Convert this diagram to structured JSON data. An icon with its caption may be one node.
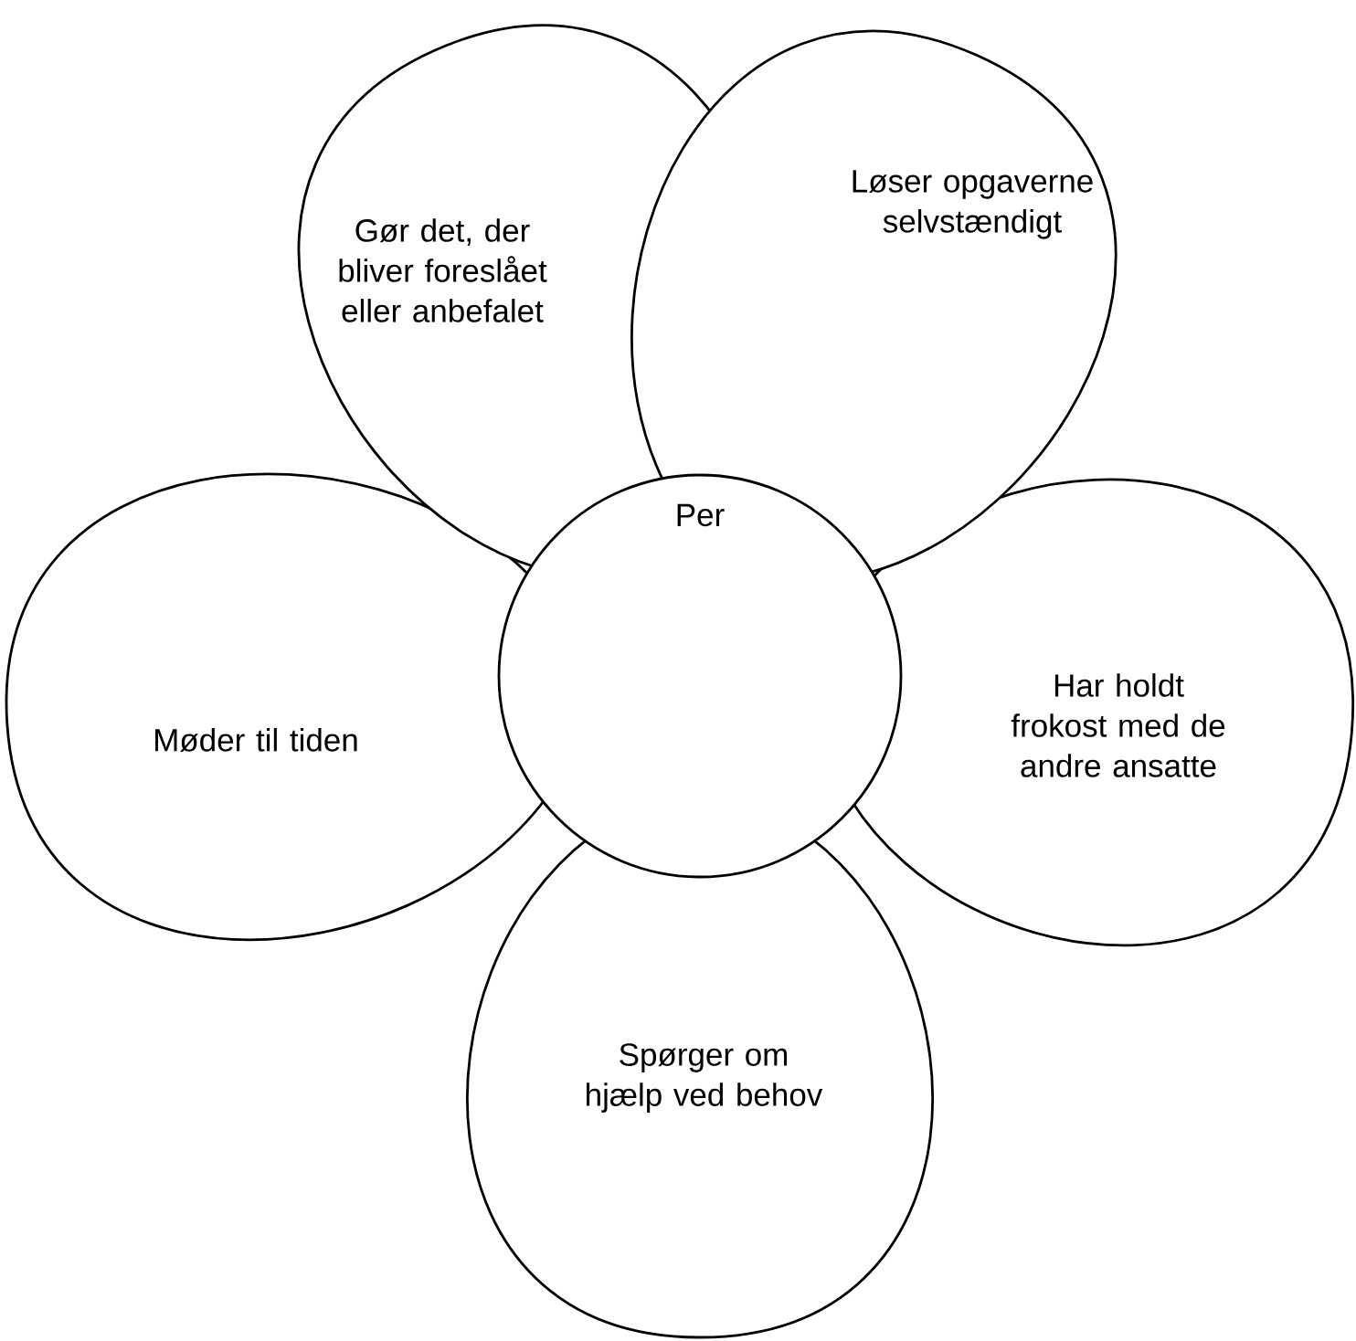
{
  "diagram": {
    "nodes": [
      {
        "text": [
          "Gør det, der bliver foreslået eller anbefalet"
        ]
      },
      {
        "text": [
          "Løser opgaverne selvstændigt"
        ]
      },
      {
        "text": [
          "Per"
        ]
      },
      {
        "text": [
          "Møder til tiden"
        ]
      },
      {
        "text": [
          "Har holdt frokost med de andre ansatte"
        ]
      },
      {
        "text": [
          "Spørger om hjælp ved behov"
        ]
      }
    ]
  }
}
